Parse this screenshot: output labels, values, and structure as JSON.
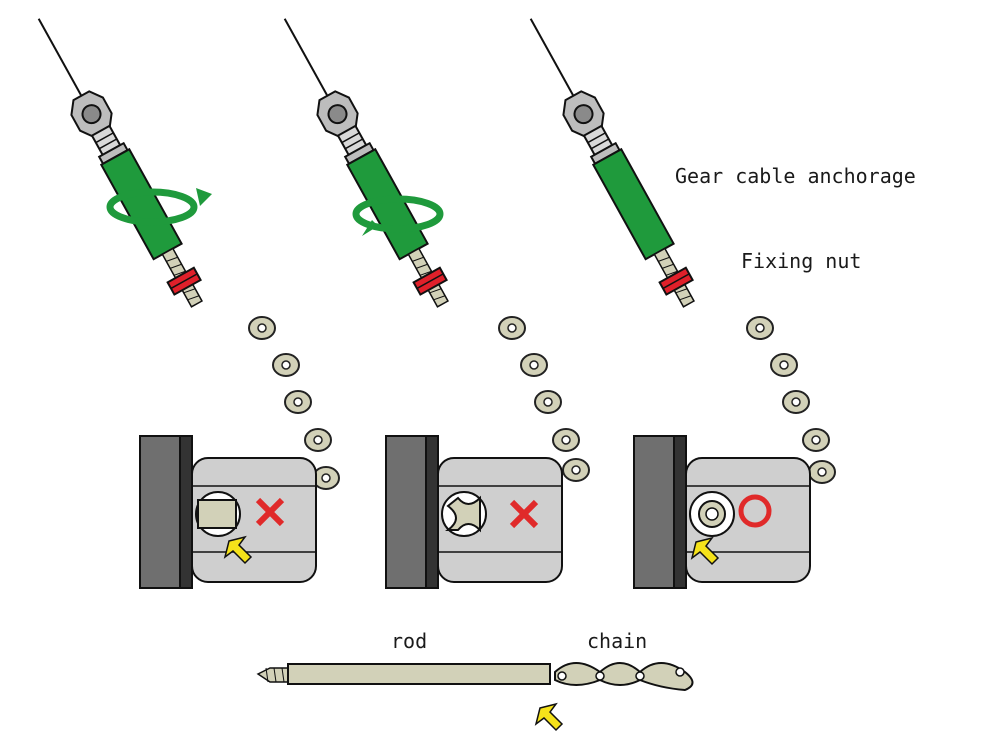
{
  "labels": {
    "gear_cable_anchorage": "Gear cable anchorage",
    "fixing_nut": "Fixing nut",
    "rod": "rod",
    "chain": "chain"
  },
  "panels": [
    {
      "id": "left",
      "marker": "cross",
      "rotation": "clockwise",
      "status": "incorrect"
    },
    {
      "id": "middle",
      "marker": "cross",
      "rotation": "counter-clockwise",
      "status": "incorrect"
    },
    {
      "id": "right",
      "marker": "circle",
      "rotation": "none",
      "status": "correct"
    }
  ],
  "colors": {
    "cable_anchorage": "#1f9a3c",
    "fixing_nut": "#e0202a",
    "hub": "#cfcfcf",
    "frame": "#6f6f6f",
    "chain_rod": "#d2d1b8",
    "arrow": "#f5e21a",
    "mark": "#e02a2a"
  }
}
